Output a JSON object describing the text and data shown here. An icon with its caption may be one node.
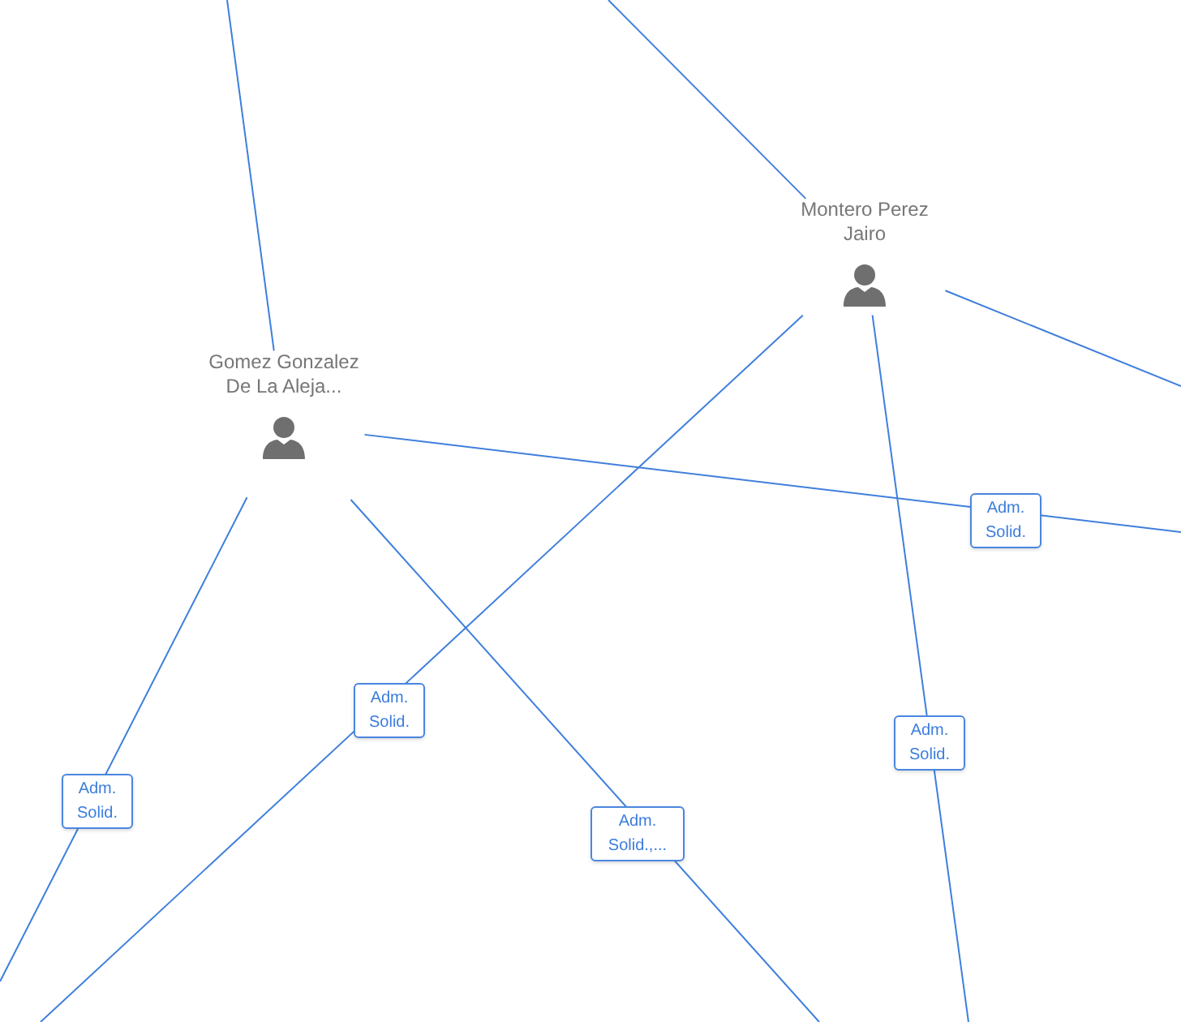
{
  "diagram": {
    "nodes": [
      {
        "text": [
          "Gomez Gonzalez De La Aleja..."
        ]
      },
      {
        "text": [
          "Montero Perez Jairo"
        ]
      }
    ],
    "edges": [
      {
        "from": null,
        "to": 0,
        "arrow": "none"
      },
      {
        "from": null,
        "to": 1,
        "arrow": "none"
      },
      {
        "from": null,
        "to": 1,
        "arrow": "none"
      },
      {
        "from": null,
        "to": 0,
        "arrow": "none",
        "label": "Adm. Solid."
      },
      {
        "from": null,
        "to": 0,
        "arrow": "none",
        "label": "Adm. Solid."
      },
      {
        "from": null,
        "to": 0,
        "arrow": "none",
        "label": "Adm. Solid.,..."
      },
      {
        "from": null,
        "to": 1,
        "arrow": "none",
        "label": "Adm. Solid."
      },
      {
        "from": null,
        "to": 1,
        "arrow": "none",
        "label": "Adm. Solid."
      }
    ]
  }
}
